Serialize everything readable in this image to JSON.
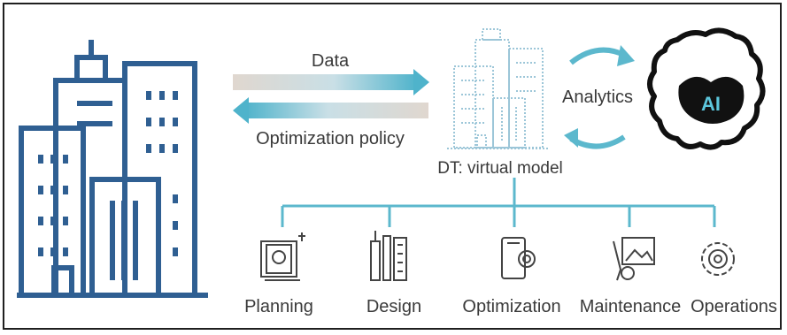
{
  "arrows": {
    "data_label": "Data",
    "policy_label": "Optimization policy"
  },
  "virtual_model": {
    "label": "DT: virtual model"
  },
  "analytics": {
    "label": "Analytics",
    "ai_text": "AI"
  },
  "stages": [
    {
      "label": "Planning",
      "icon": "blueprint-icon"
    },
    {
      "label": "Design",
      "icon": "tools-ruler-icon"
    },
    {
      "label": "Optimization",
      "icon": "phone-gear-icon"
    },
    {
      "label": "Maintenance",
      "icon": "wrench-picture-icon"
    },
    {
      "label": "Operations",
      "icon": "cycle-gear-icon"
    }
  ],
  "colors": {
    "building": "#2f5f92",
    "accent": "#5cb8cd",
    "ghost": "#9cc6d8",
    "arrow_gray": "#d9d4cc",
    "text": "#3a3a3a"
  }
}
